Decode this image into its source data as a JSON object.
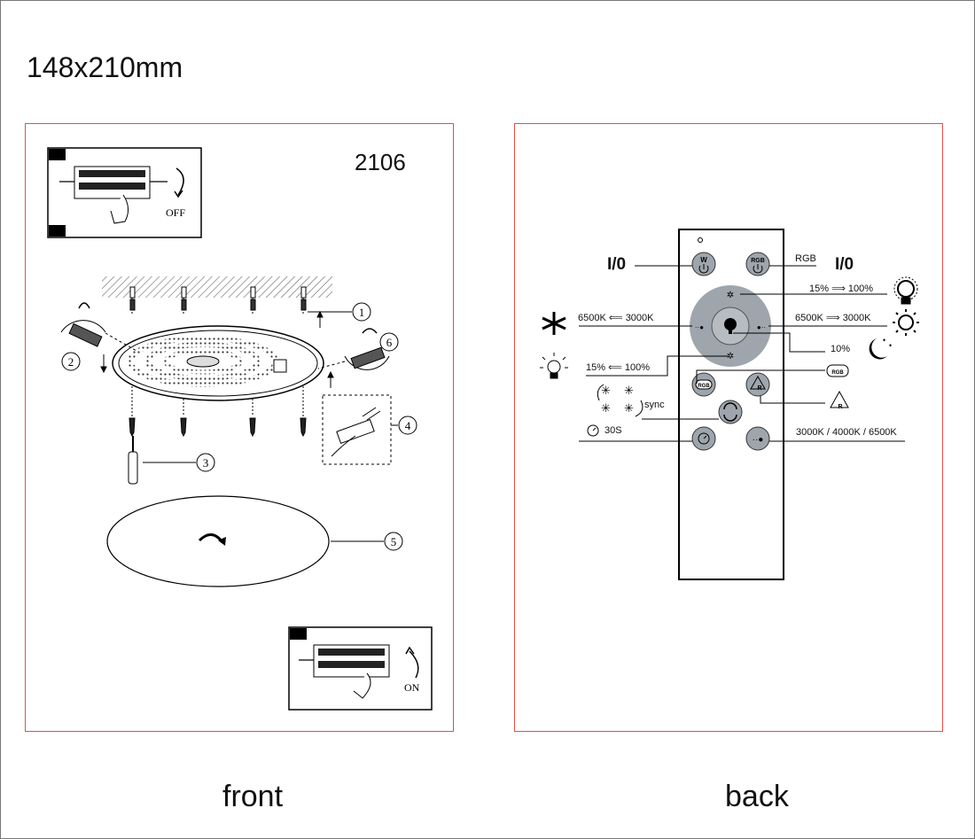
{
  "page": {
    "size_label": "148x210mm",
    "model_number": "2106"
  },
  "captions": {
    "front": "front",
    "back": "back"
  },
  "front": {
    "step_off_label": "OFF",
    "step_on_label": "ON",
    "callouts": [
      "1",
      "2",
      "3",
      "4",
      "5",
      "6"
    ]
  },
  "remote": {
    "buttons": [
      {
        "name": "w-power",
        "text": "W"
      },
      {
        "name": "rgb-power",
        "text": "RGB"
      },
      {
        "name": "rgb-mode",
        "text": "RGB"
      },
      {
        "name": "recycle",
        "text": "R"
      }
    ],
    "labels": {
      "io_left": "I/0",
      "io_right": "I/0",
      "rgb": "RGB",
      "bright_up": "15% ⟹ 100%",
      "cct_right": "6500K ⟹ 3000K",
      "cct_left": "6500K ⟸ 3000K",
      "night": "10%",
      "bright_down": "15% ⟸ 100%",
      "sync": "sync",
      "timer": "30S",
      "cct_steps": "3000K / 4000K / 6500K"
    }
  }
}
